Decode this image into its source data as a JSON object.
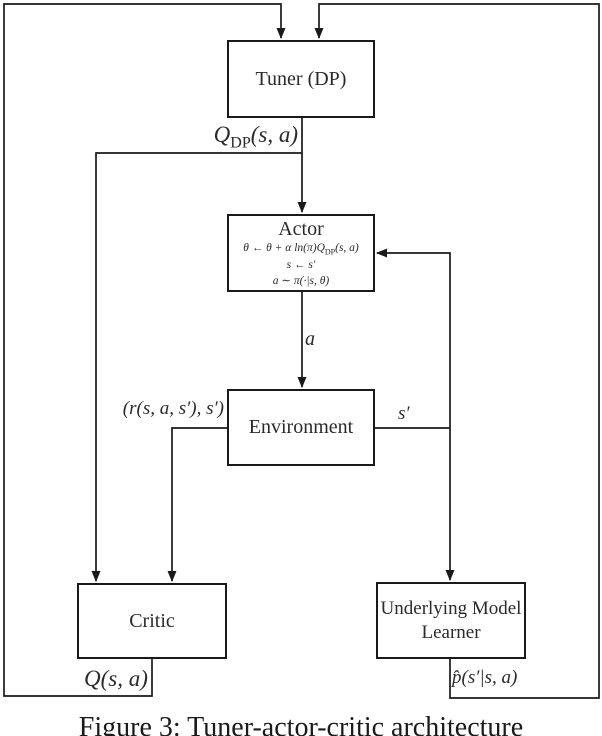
{
  "diagram": {
    "boxes": {
      "tuner": {
        "label": "Tuner (DP)"
      },
      "actor": {
        "title": "Actor",
        "eq1_pre": "θ ← θ + α ln(π)Q",
        "eq1_sub": "DP",
        "eq1_post": "(s, a)",
        "eq2": "s ← s′",
        "eq3": "a ∼ π(·|s, θ)"
      },
      "environment": {
        "label": "Environment"
      },
      "critic": {
        "label": "Critic"
      },
      "model_learner": {
        "line1": "Underlying Model",
        "line2": "Learner"
      }
    },
    "edge_labels": {
      "q_dp_main": "Q",
      "q_dp_sub": "DP",
      "q_dp_args": "(s, a)",
      "action": "a",
      "reward_tuple": "(r(s, a, s′), s′)",
      "next_state": "s′",
      "q_out": "Q(s, a)",
      "p_hat": "p̂(s′|s, a)"
    }
  },
  "caption": "Figure 3: Tuner-actor-critic architecture",
  "colors": {
    "line": "#1a1a1a",
    "background": "#ffffff"
  }
}
